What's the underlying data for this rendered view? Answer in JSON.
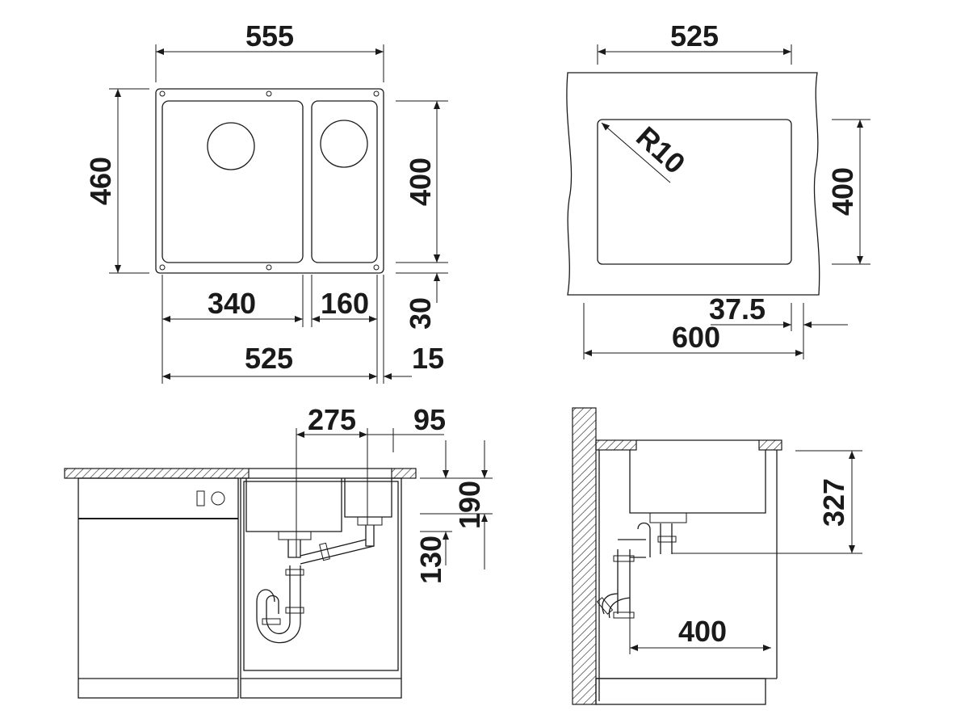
{
  "top_view": {
    "overall_width": "555",
    "overall_depth": "460",
    "bowl_depth": "400",
    "main_bowl_width": "340",
    "small_bowl_width": "160",
    "front_offset": "30",
    "bowls_total_width": "525",
    "side_offset": "15"
  },
  "cutout_view": {
    "cutout_width": "525",
    "corner_radius": "R10",
    "cutout_depth": "400",
    "edge_offset": "37.5",
    "cabinet_width": "600"
  },
  "front_view": {
    "drain_spacing": "275",
    "small_drain_offset": "95",
    "bowl_height": "190",
    "drain_height": "130"
  },
  "side_view": {
    "outlet_height": "327",
    "outlet_depth": "400"
  },
  "colors": {
    "ink": "#1a1a1a",
    "background": "#ffffff"
  }
}
